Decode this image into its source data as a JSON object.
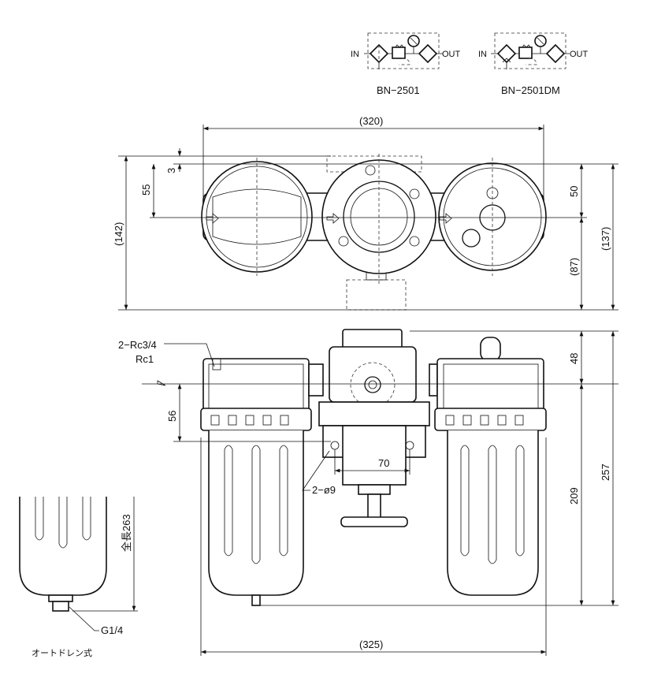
{
  "symbols": [
    {
      "model": "BN−2501",
      "in_label": "IN",
      "out_label": "OUT"
    },
    {
      "model": "BN−2501DM",
      "in_label": "IN",
      "out_label": "OUT"
    }
  ],
  "top_view": {
    "width": "(320)",
    "offset_3": "3",
    "height_55": "55",
    "overall_142": "(142)",
    "height_50": "50",
    "height_87": "(87)",
    "overall_137": "(137)"
  },
  "front_view": {
    "port_label": "2−Rc3/4",
    "port_label_alt": "Rc1",
    "height_48": "48",
    "height_56": "56",
    "mount_pitch_70": "70",
    "mount_holes": "2−ø9",
    "height_209": "209",
    "height_257": "257",
    "overall_width": "(325)"
  },
  "auto_drain": {
    "total_length": "全長263",
    "drain_port": "G1/4",
    "caption": "オートドレン式"
  }
}
